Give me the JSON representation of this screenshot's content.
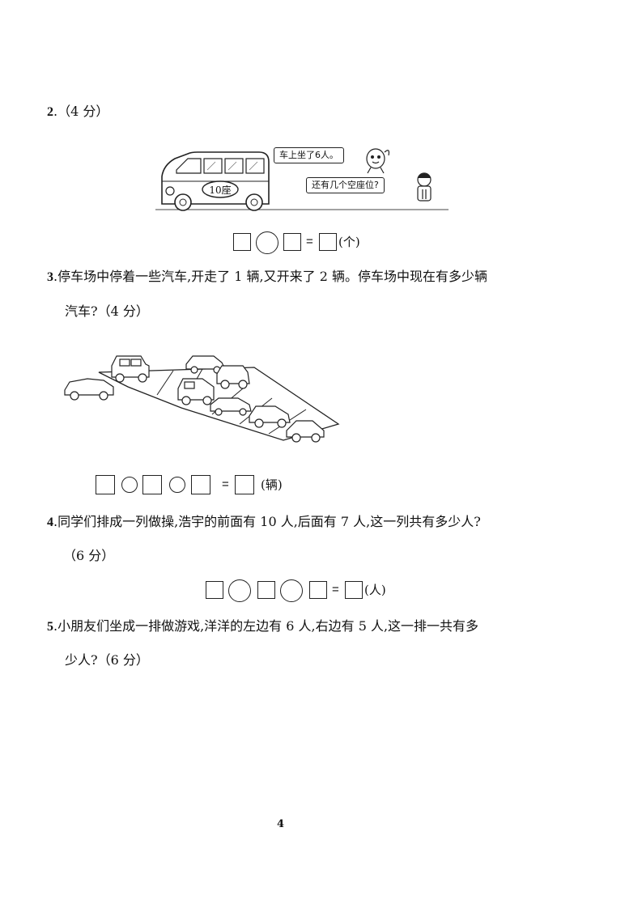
{
  "q2": {
    "number": "2",
    "text": ".（4 分）",
    "bus_label": "10座",
    "bubble1": "车上坐了6人。",
    "bubble2": "还有几个空座位?",
    "equals": "=",
    "unit": "(个)"
  },
  "q3": {
    "number": "3",
    "line1": ".停车场中停着一些汽车,开走了 1 辆,又开来了 2 辆。停车场中现在有多少辆",
    "line2": "汽车?（4 分）",
    "equals": "=",
    "unit": "(辆)"
  },
  "q4": {
    "number": "4",
    "line1": ".同学们排成一列做操,浩宇的前面有 10 人,后面有 7 人,这一列共有多少人?",
    "line2": "（6 分）",
    "equals": "=",
    "unit": "(人)"
  },
  "q5": {
    "number": "5",
    "line1": ".小朋友们坐成一排做游戏,洋洋的左边有 6 人,右边有 5 人,这一排一共有多",
    "line2": "少人?（6 分）"
  },
  "page_number": "4"
}
